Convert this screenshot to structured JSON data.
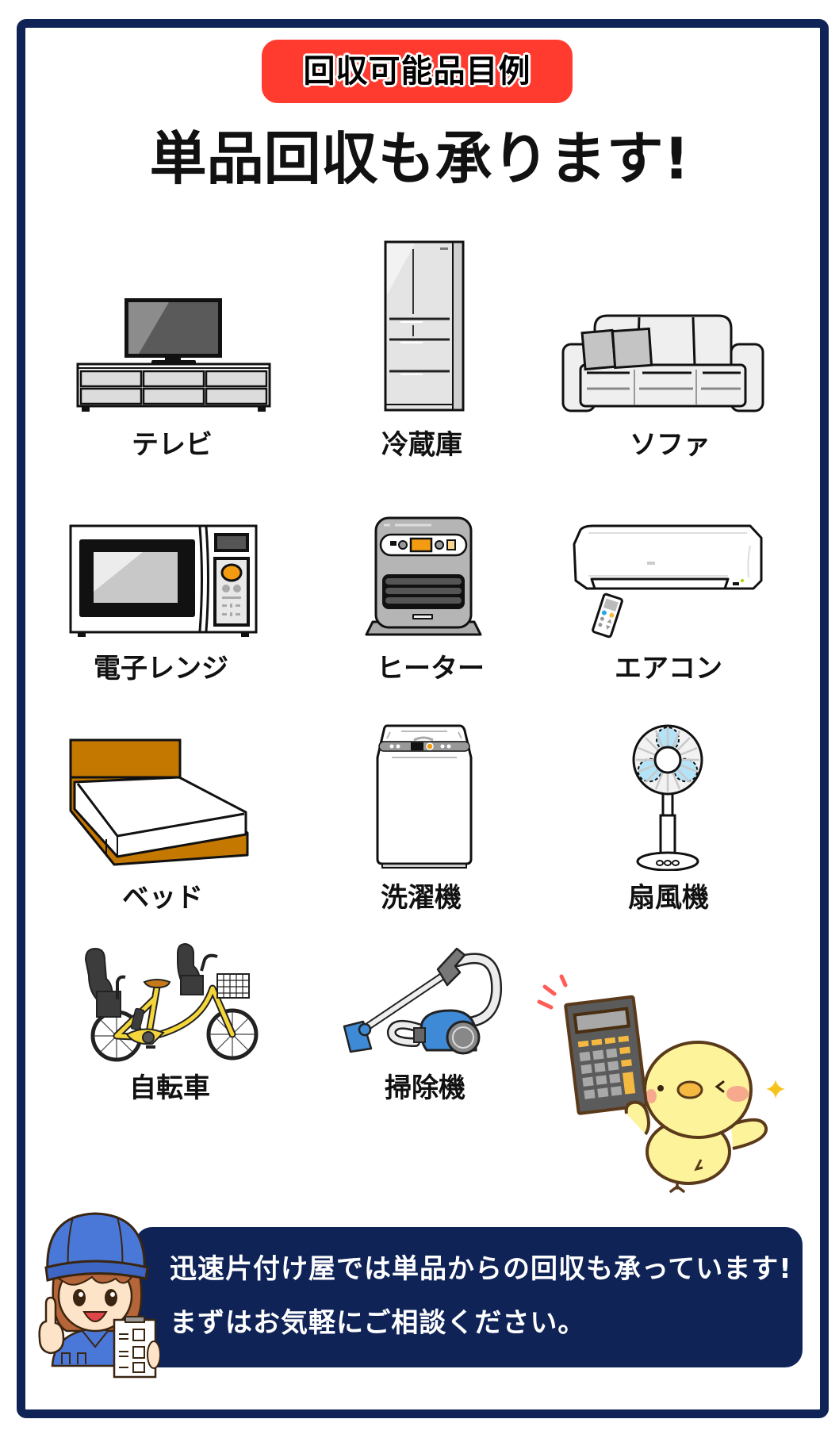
{
  "badge": {
    "label": "回収可能品目例"
  },
  "title": "単品回収も承ります!",
  "items": [
    {
      "label": "テレビ",
      "icon": "tv-icon"
    },
    {
      "label": "冷蔵庫",
      "icon": "refrigerator-icon"
    },
    {
      "label": "ソファ",
      "icon": "sofa-icon"
    },
    {
      "label": "電子レンジ",
      "icon": "microwave-icon"
    },
    {
      "label": "ヒーター",
      "icon": "heater-icon"
    },
    {
      "label": "エアコン",
      "icon": "air-conditioner-icon"
    },
    {
      "label": "ベッド",
      "icon": "bed-icon"
    },
    {
      "label": "洗濯機",
      "icon": "washing-machine-icon"
    },
    {
      "label": "扇風機",
      "icon": "electric-fan-icon"
    },
    {
      "label": "自転車",
      "icon": "bicycle-icon"
    },
    {
      "label": "掃除機",
      "icon": "vacuum-cleaner-icon"
    }
  ],
  "illustrations": {
    "mascot": "chick-with-calculator-icon",
    "staff": "staff-with-clipboard-icon"
  },
  "banner": {
    "line1": "迅速片付け屋では単品からの回収も承っています!",
    "line2": "まずはお気軽にご相談ください。"
  },
  "colors": {
    "frame": "#0f2357",
    "badge": "#ff3b30",
    "banner": "#0f2357",
    "text": "#111111",
    "banner_text": "#ffffff"
  }
}
